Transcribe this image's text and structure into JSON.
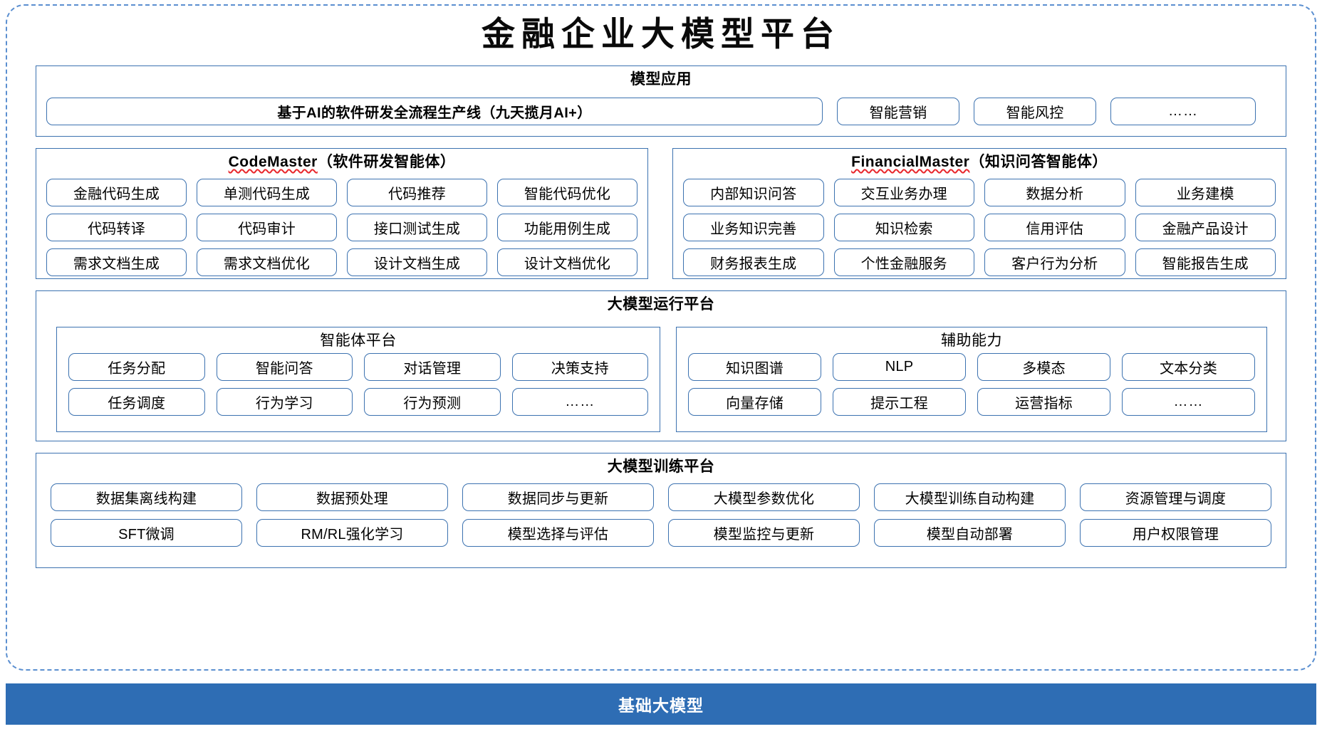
{
  "title": "金融企业大模型平台",
  "colors": {
    "frame_border": "#5B8FD0",
    "panel_border": "#3C72B0",
    "base_bar_bg": "#2E6DB4",
    "spellcheck_underline": "#E8262B",
    "text": "#000000"
  },
  "model_application": {
    "title": "模型应用",
    "banner": "基于AI的软件研发全流程生产线（九天揽月AI+）",
    "items": [
      "智能营销",
      "智能风控"
    ],
    "ellipsis": "……"
  },
  "code_master": {
    "name": "CodeMaster",
    "suffix": "（软件研发智能体）",
    "items": [
      "金融代码生成",
      "单测代码生成",
      "代码推荐",
      "智能代码优化",
      "代码转译",
      "代码审计",
      "接口测试生成",
      "功能用例生成",
      "需求文档生成",
      "需求文档优化",
      "设计文档生成",
      "设计文档优化"
    ]
  },
  "financial_master": {
    "name": "FinancialMaster",
    "suffix": "（知识问答智能体）",
    "items": [
      "内部知识问答",
      "交互业务办理",
      "数据分析",
      "业务建模",
      "业务知识完善",
      "知识检索",
      "信用评估",
      "金融产品设计",
      "财务报表生成",
      "个性金融服务",
      "客户行为分析",
      "智能报告生成"
    ]
  },
  "run_platform": {
    "title": "大模型运行平台",
    "agent_platform": {
      "title": "智能体平台",
      "items": [
        "任务分配",
        "智能问答",
        "对话管理",
        "决策支持",
        "任务调度",
        "行为学习",
        "行为预测",
        "……"
      ]
    },
    "aux_capability": {
      "title": "辅助能力",
      "items": [
        "知识图谱",
        "NLP",
        "多模态",
        "文本分类",
        "向量存储",
        "提示工程",
        "运营指标",
        "……"
      ]
    }
  },
  "train_platform": {
    "title": "大模型训练平台",
    "items": [
      "数据集离线构建",
      "数据预处理",
      "数据同步与更新",
      "大模型参数优化",
      "大模型训练自动构建",
      "资源管理与调度",
      "SFT微调",
      "RM/RL强化学习",
      "模型选择与评估",
      "模型监控与更新",
      "模型自动部署",
      "用户权限管理"
    ]
  },
  "base_model": {
    "label": "基础大模型"
  }
}
